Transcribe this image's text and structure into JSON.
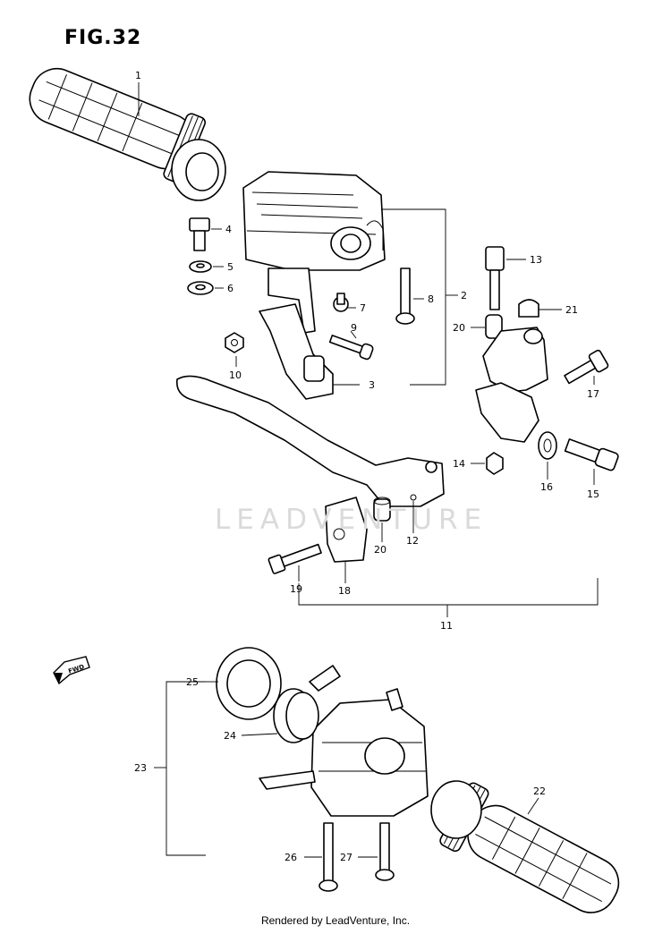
{
  "figure": {
    "title": "FIG.32"
  },
  "watermark": "LEADVENTURE",
  "footer": "Rendered by LeadVenture, Inc.",
  "front_marker": {
    "label": "FWD",
    "icon": "front-arrow-icon"
  },
  "callouts": {
    "c1": "1",
    "c2": "2",
    "c3": "3",
    "c4": "4",
    "c5": "5",
    "c6": "6",
    "c7": "7",
    "c8": "8",
    "c9": "9",
    "c10": "10",
    "c11": "11",
    "c12": "12",
    "c13": "13",
    "c14": "14",
    "c15": "15",
    "c16": "16",
    "c17": "17",
    "c18": "18",
    "c19": "19",
    "c20a": "20",
    "c20b": "20",
    "c21": "21",
    "c22": "22",
    "c23": "23",
    "c24": "24",
    "c25": "25",
    "c26": "26",
    "c27": "27"
  }
}
